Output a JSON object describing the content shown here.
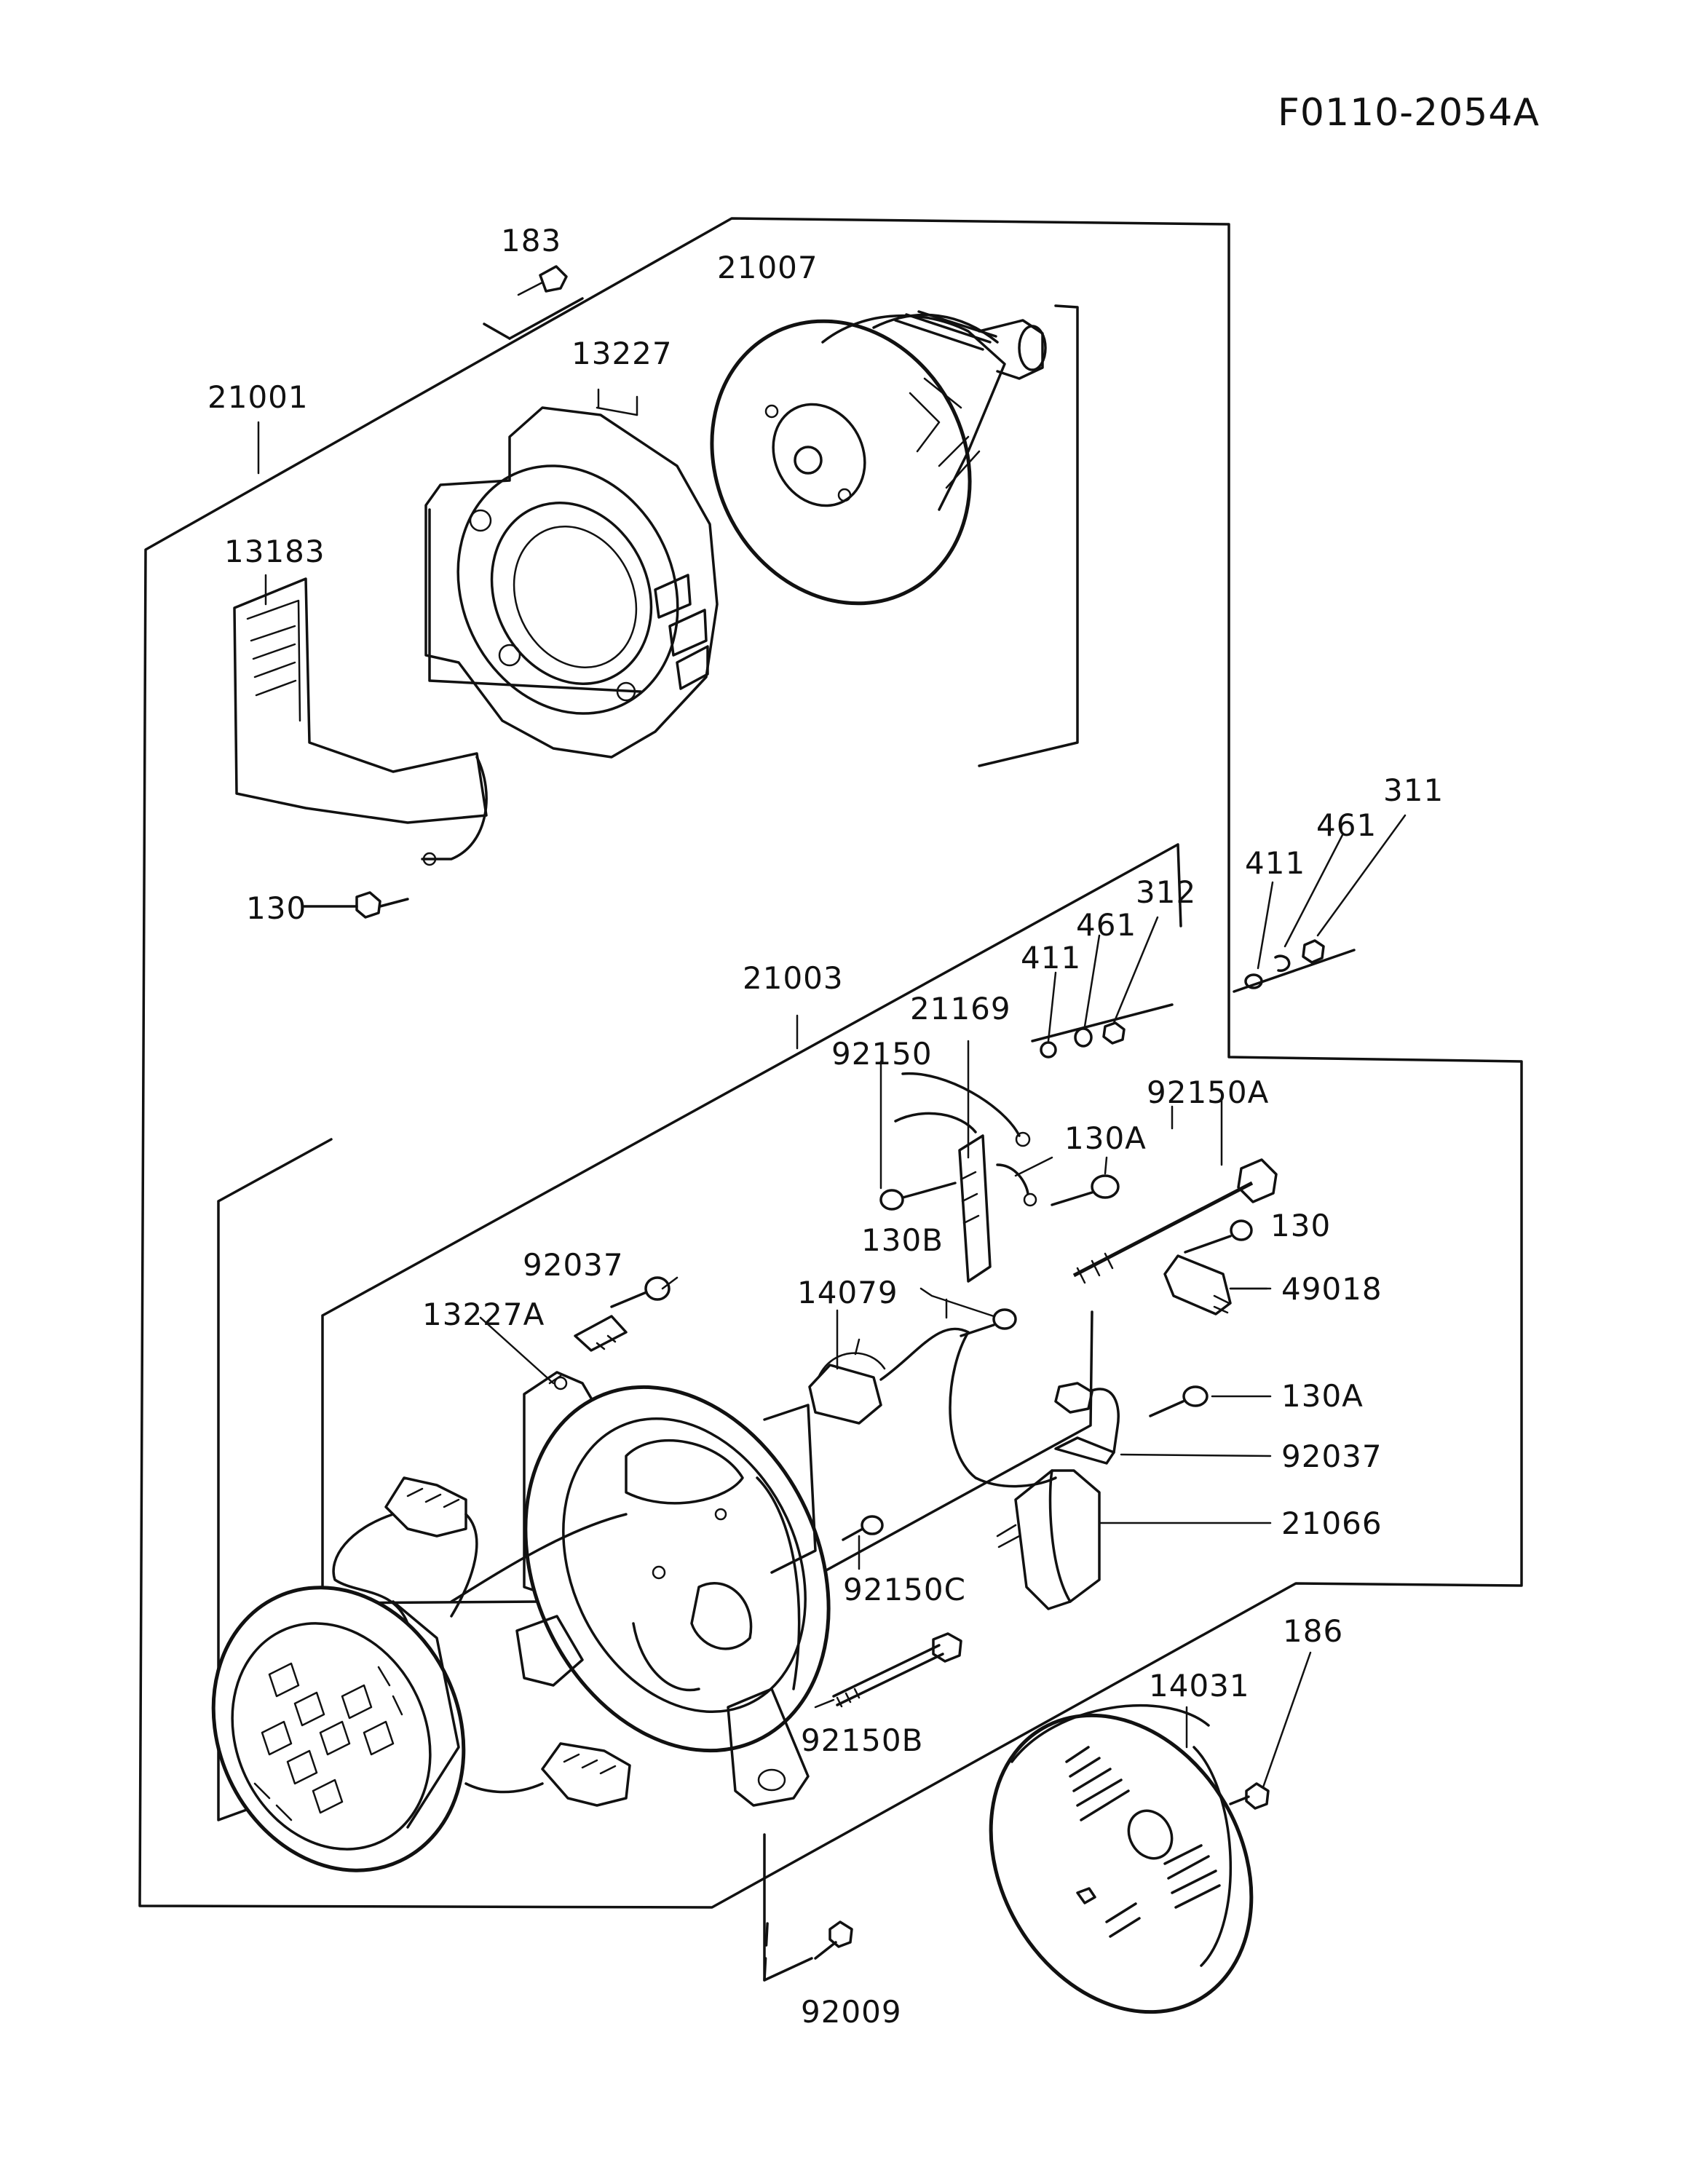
{
  "diagram": {
    "code": "F0110-2054A",
    "callouts": [
      "183",
      "21007",
      "13227",
      "21001",
      "13183",
      "130",
      "311",
      "461",
      "411",
      "312",
      "461",
      "411",
      "21003",
      "21169",
      "92150",
      "92150A",
      "130A",
      "130",
      "130B",
      "92037",
      "13227A",
      "14079",
      "49018",
      "130A",
      "92037",
      "21066",
      "92150C",
      "186",
      "14031",
      "92150B",
      "92009"
    ]
  }
}
